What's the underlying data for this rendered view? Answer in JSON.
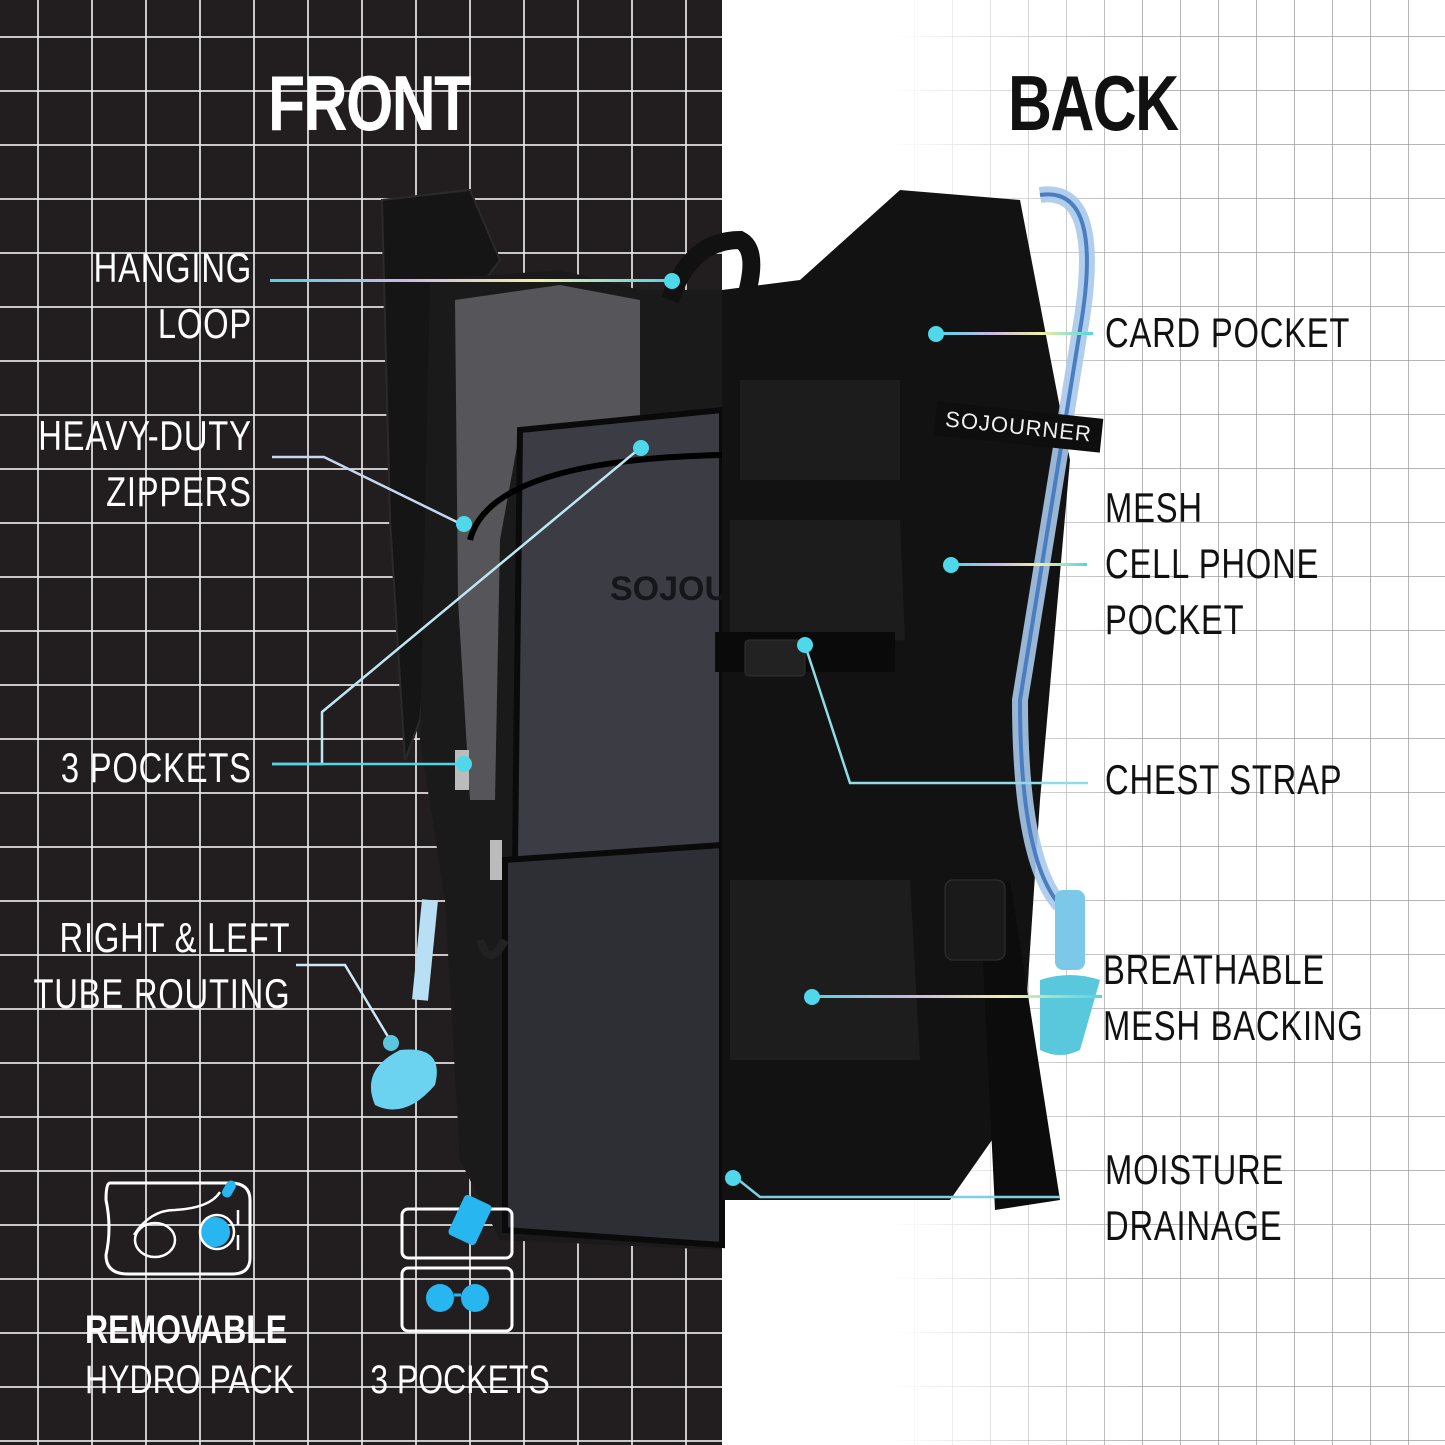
{
  "headings": {
    "front": "FRONT",
    "back": "BACK"
  },
  "brand": "SOJOURNER",
  "front_callouts": [
    {
      "id": "hanging-loop",
      "lines": [
        "HANGING",
        "LOOP"
      ]
    },
    {
      "id": "heavy-duty-zippers",
      "lines": [
        "HEAVY-DUTY",
        "ZIPPERS"
      ]
    },
    {
      "id": "3-pockets",
      "lines": [
        "3 POCKETS"
      ]
    },
    {
      "id": "tube-routing",
      "lines": [
        "RIGHT & LEFT",
        "TUBE ROUTING"
      ]
    }
  ],
  "back_callouts": [
    {
      "id": "card-pocket",
      "lines": [
        "CARD POCKET"
      ]
    },
    {
      "id": "mesh-cell-phone-pocket",
      "lines": [
        "MESH",
        "CELL PHONE",
        "POCKET"
      ]
    },
    {
      "id": "chest-strap",
      "lines": [
        "CHEST STRAP"
      ]
    },
    {
      "id": "breathable-mesh-backing",
      "lines": [
        "BREATHABLE",
        "MESH BACKING"
      ]
    },
    {
      "id": "moisture-drainage",
      "lines": [
        "MOISTURE",
        "DRAINAGE"
      ]
    }
  ],
  "features": [
    {
      "id": "removable-hydro-pack",
      "bold": "REMOVABLE",
      "text": "HYDRO PACK",
      "icon": "hydration-bladder-icon"
    },
    {
      "id": "three-pockets",
      "bold": "",
      "text": "3 POCKETS",
      "icon": "pockets-phone-sunglasses-icon"
    }
  ],
  "colors": {
    "accent": "#4fd8ea",
    "left_bg": "#221e1f",
    "right_bg": "#ffffff",
    "backpack": "#111111"
  }
}
